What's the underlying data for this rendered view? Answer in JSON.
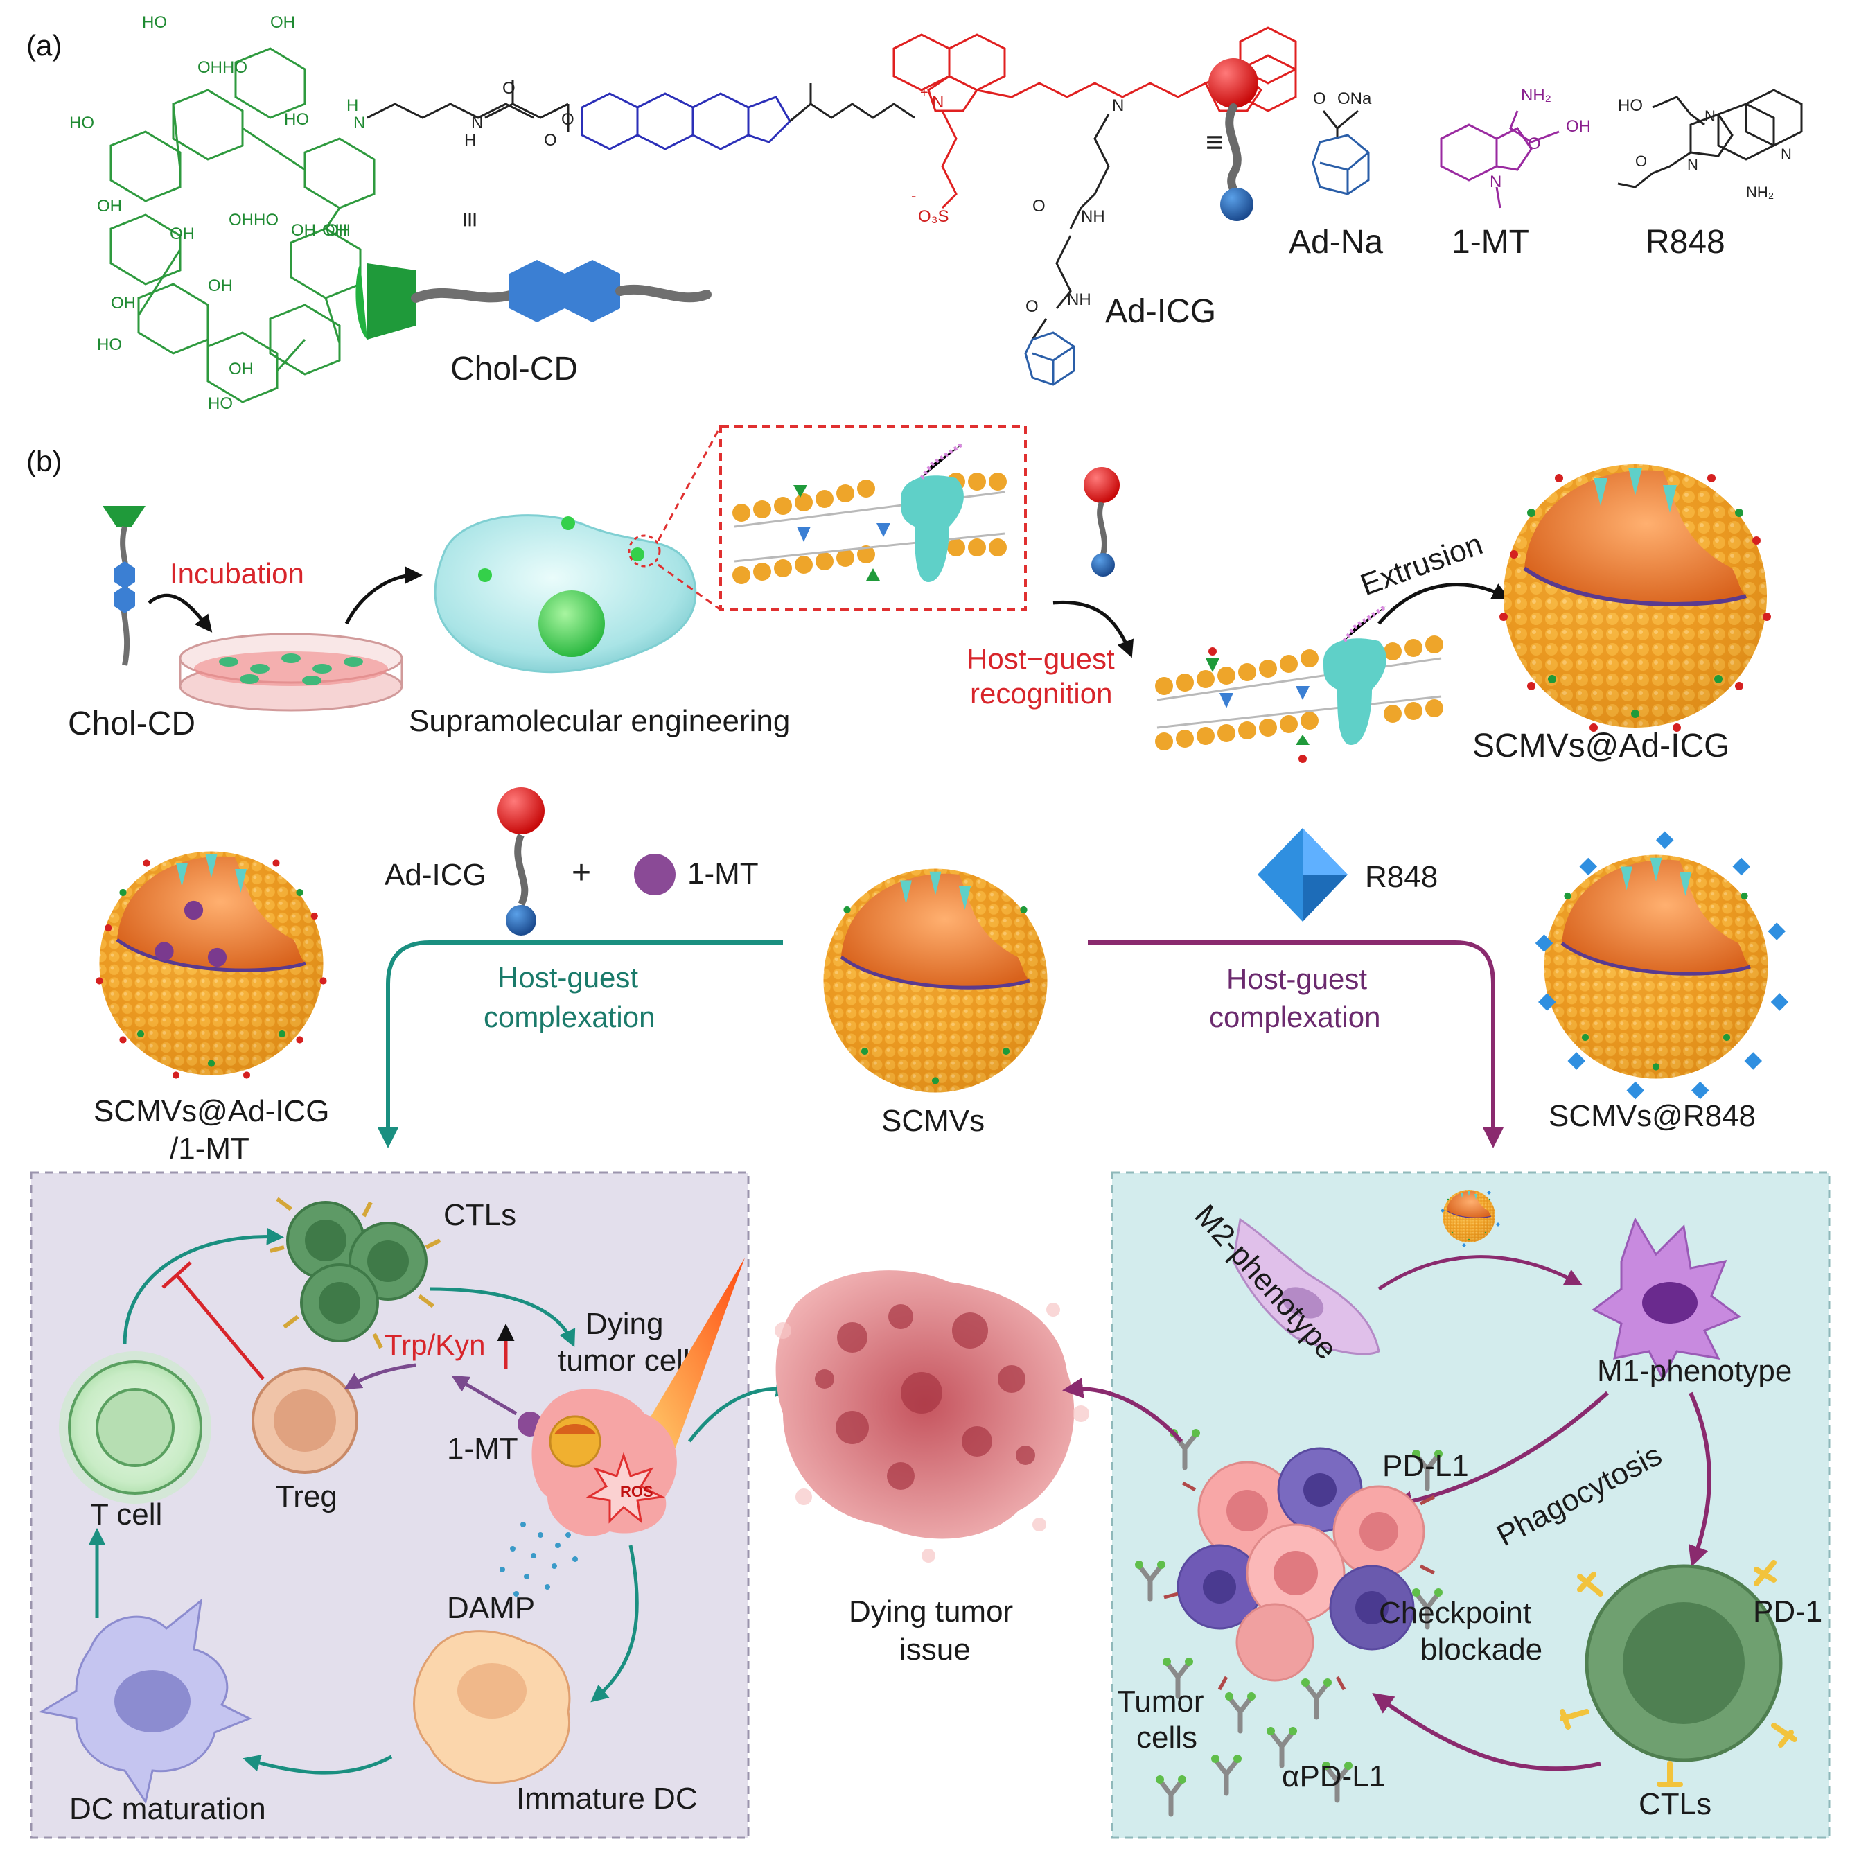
{
  "panels": {
    "a": "(a)",
    "b": "(b)"
  },
  "molecules": {
    "chol_cd": "Chol-CD",
    "ad_icg": "Ad-ICG",
    "ad_na": "Ad-Na",
    "one_mt": "1-MT",
    "r848": "R848",
    "equiv": "≡",
    "equiv_rot": "≡"
  },
  "chem_atoms": {
    "ho": "HO",
    "oh": "OH",
    "ohho": "OHHO",
    "h": "H",
    "n": "N",
    "o": "O",
    "ona": "ONa",
    "nh2": "NH₂",
    "so3": "O₃S",
    "nh": "NH",
    "plus": "+",
    "minus": "-"
  },
  "process": {
    "incubation": "Incubation",
    "chol_cd_label": "Chol-CD",
    "supramolecular": "Supramolecular engineering",
    "host_guest_recognition_1": "Host−guest",
    "host_guest_recognition_2": "recognition",
    "extrusion": "Extrusion",
    "scmvs_ad_icg": "SCMVs@Ad-ICG"
  },
  "middle": {
    "ad_icg": "Ad-ICG",
    "plus": "+",
    "one_mt": "1-MT",
    "r848": "R848",
    "complex_left_1": "Host-guest",
    "complex_left_2": "complexation",
    "complex_right_1": "Host-guest",
    "complex_right_2": "complexation",
    "scmvs_ad_icg_1mt_1": "SCMVs@Ad-ICG",
    "scmvs_ad_icg_1mt_2": "/1-MT",
    "scmvs": "SCMVs",
    "scmvs_r848": "SCMVs@R848"
  },
  "left_box": {
    "ctls": "CTLs",
    "dying_1": "Dying",
    "dying_2": "tumor cell",
    "trp_kyn": "Trp/Kyn",
    "one_mt": "1-MT",
    "ros": "ROS",
    "t_cell": "T cell",
    "treg": "Treg",
    "damp": "DAMP",
    "dc_maturation": "DC maturation",
    "immature_dc": "Immature DC"
  },
  "center": {
    "dying_tumor_1": "Dying tumor",
    "dying_tumor_2": "issue"
  },
  "right_box": {
    "m2": "M2-phenotype",
    "m1": "M1-phenotype",
    "pd_l1": "PD-L1",
    "phagocytosis": "Phagocytosis",
    "checkpoint_1": "Checkpoint",
    "checkpoint_2": "blockade",
    "pd_1": "PD-1",
    "tumor_cells_1": "Tumor",
    "tumor_cells_2": "cells",
    "apd_l1": "αPD-L1",
    "ctls": "CTLs"
  },
  "colors": {
    "cd_green": "#1f9a3a",
    "chol_blue": "#3b7fd3",
    "icg_red": "#e01f1f",
    "teal_arrow": "#1a8f80",
    "purple_arrow": "#8a2a6e",
    "left_box_bg": "#e3dfec",
    "right_box_bg": "#d3eced",
    "vesicle_orange": "#f2a52a"
  }
}
